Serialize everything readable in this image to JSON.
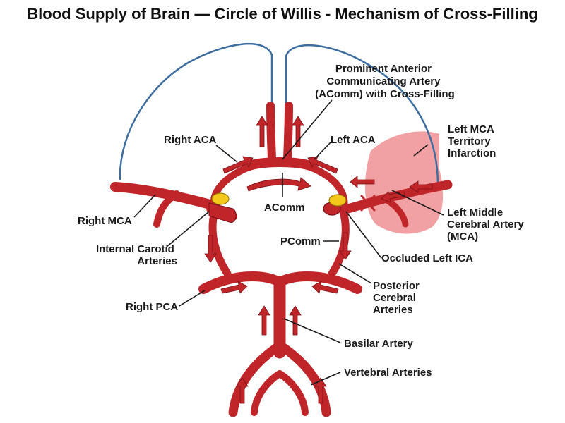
{
  "title": "Blood Supply of Brain — Circle of Willis - Mechanism of Cross-Filling",
  "labels": {
    "prominent_acomm": [
      "Prominent Anterior",
      "Communicating Artery",
      "(AComm) with Cross-Filling"
    ],
    "right_aca": "Right ACA",
    "left_aca": "Left ACA",
    "infarction": [
      "Left MCA",
      "Territory",
      "Infarction"
    ],
    "acomm": "AComm",
    "right_mca": "Right MCA",
    "left_mca": [
      "Left Middle",
      "Cerebral Artery",
      "(MCA)"
    ],
    "internal_carotid": [
      "Internal Carotid",
      "Arteries"
    ],
    "pcomm": "PComm",
    "occluded_ica": "Occluded Left ICA",
    "posterior_cerebral": [
      "Posterior",
      "Cerebral",
      "Arteries"
    ],
    "right_pca": "Right PCA",
    "basilar": "Basilar Artery",
    "vertebral": "Vertebral Arteries"
  },
  "colors": {
    "artery": "#c0252a",
    "artery_dark": "#7a1014",
    "infarct": "#ef8f93",
    "outline": "#3e6ea0",
    "stump": "#f3c81b"
  }
}
